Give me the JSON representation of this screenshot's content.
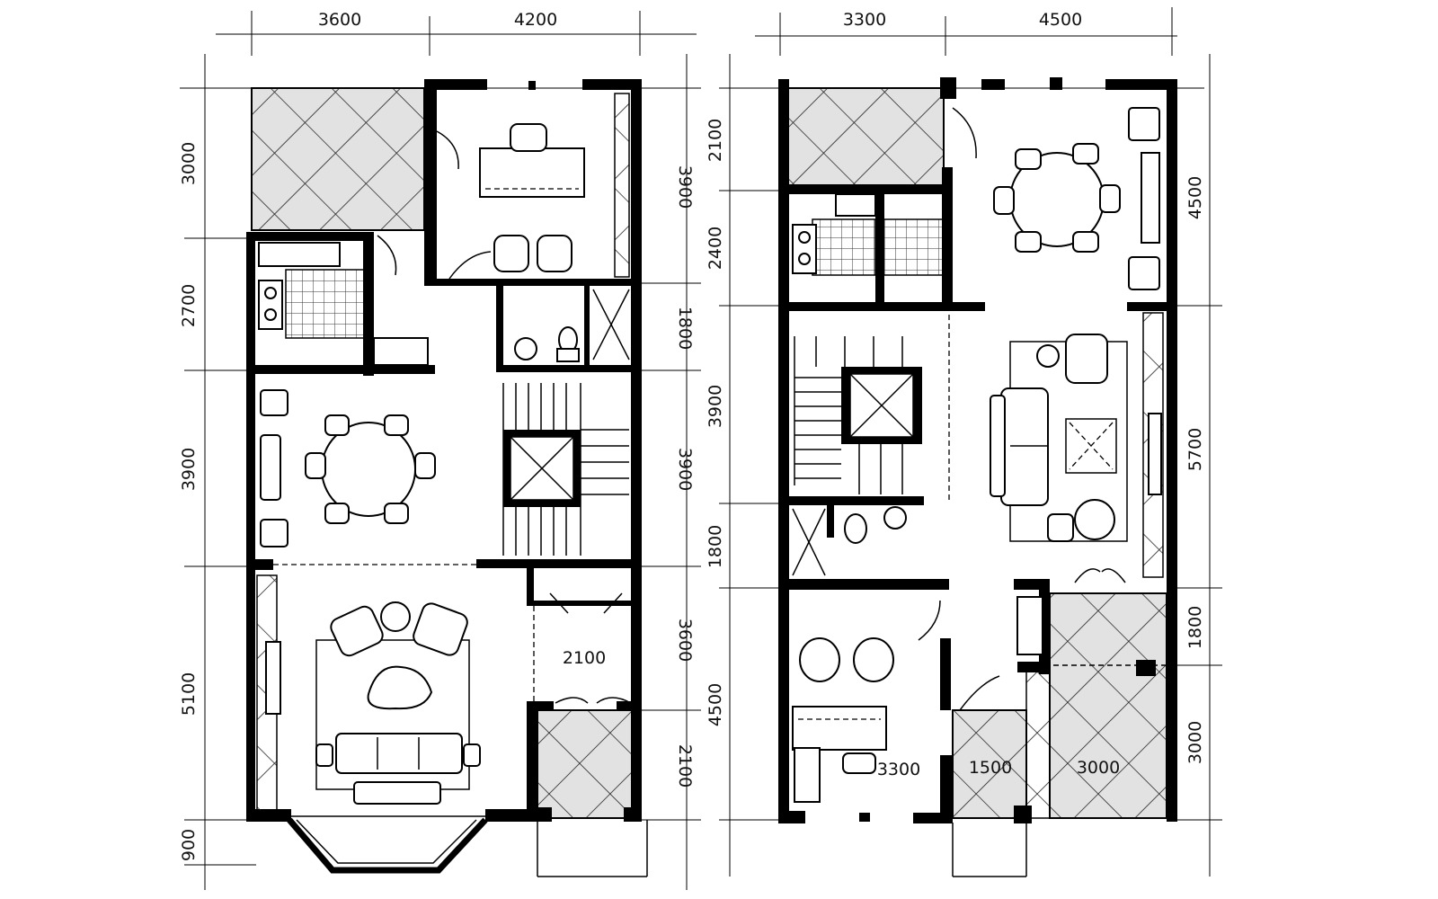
{
  "left_plan": {
    "top_dims": [
      "3600",
      "4200"
    ],
    "left_dims": [
      "3000",
      "2700",
      "3900",
      "5100",
      "900"
    ],
    "right_dims": [
      "3900",
      "1800",
      "3900",
      "3600",
      "2100"
    ],
    "inner_dims": [
      "2100"
    ]
  },
  "right_plan": {
    "top_dims": [
      "3300",
      "4500"
    ],
    "left_dims": [
      "2100",
      "2400",
      "3900",
      "1800",
      "4500"
    ],
    "right_dims": [
      "4500",
      "5700",
      "1800",
      "3000"
    ],
    "inner_dims": [
      "3300",
      "1500",
      "3000"
    ]
  }
}
